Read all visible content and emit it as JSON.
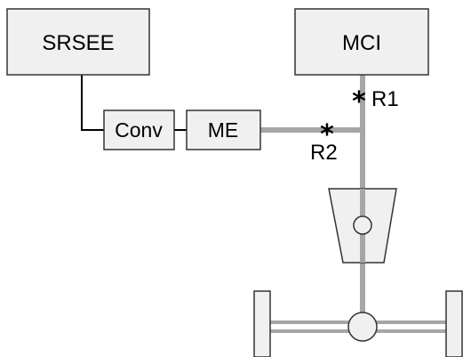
{
  "labels": {
    "srsee": "SRSEE",
    "mci": "MCI",
    "conv": "Conv",
    "me": "ME",
    "r1": "R1",
    "r2": "R2",
    "marker": "*"
  }
}
